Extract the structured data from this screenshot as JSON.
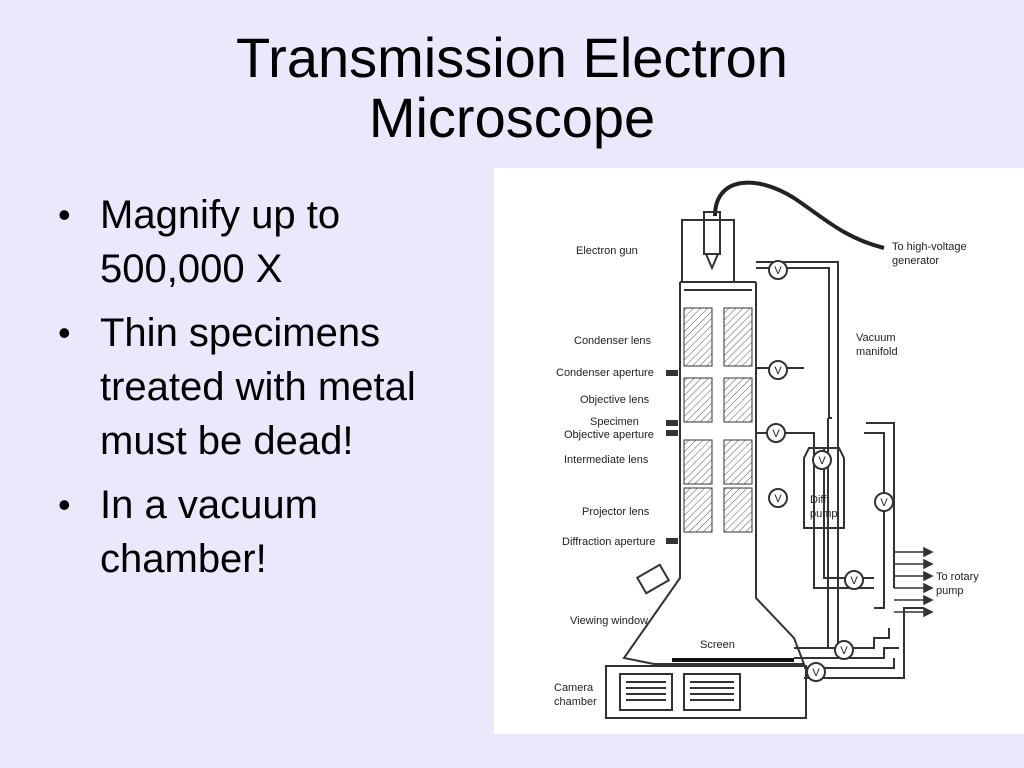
{
  "slide": {
    "title_line1": "Transmission Electron",
    "title_line2": "Microscope",
    "bullets": [
      {
        "line1": "Magnify up to",
        "line2": "500,000 X"
      },
      {
        "line1": "Thin specimens",
        "line2": "treated with metal",
        "line3": "must be dead!"
      },
      {
        "line1": "In a vacuum",
        "line2": "chamber!"
      }
    ],
    "bullet_char": "•"
  },
  "diagram": {
    "labels": {
      "electron_gun": "Electron gun",
      "high_voltage_1": "To high-voltage",
      "high_voltage_2": "generator",
      "condenser_lens": "Condenser lens",
      "condenser_aperture": "Condenser aperture",
      "objective_lens": "Objective lens",
      "specimen": "Specimen",
      "objective_aperture": "Objective aperture",
      "intermediate_lens": "Intermediate lens",
      "projector_lens": "Projector lens",
      "diffraction_aperture": "Diffraction aperture",
      "viewing_window": "Viewing window",
      "screen": "Screen",
      "camera_1": "Camera",
      "camera_2": "chamber",
      "vacuum_1": "Vacuum",
      "vacuum_2": "manifold",
      "diff_1": "Diff",
      "diff_2": "pump",
      "rotary_1": "To rotary",
      "rotary_2": "pump",
      "valve": "V"
    }
  }
}
